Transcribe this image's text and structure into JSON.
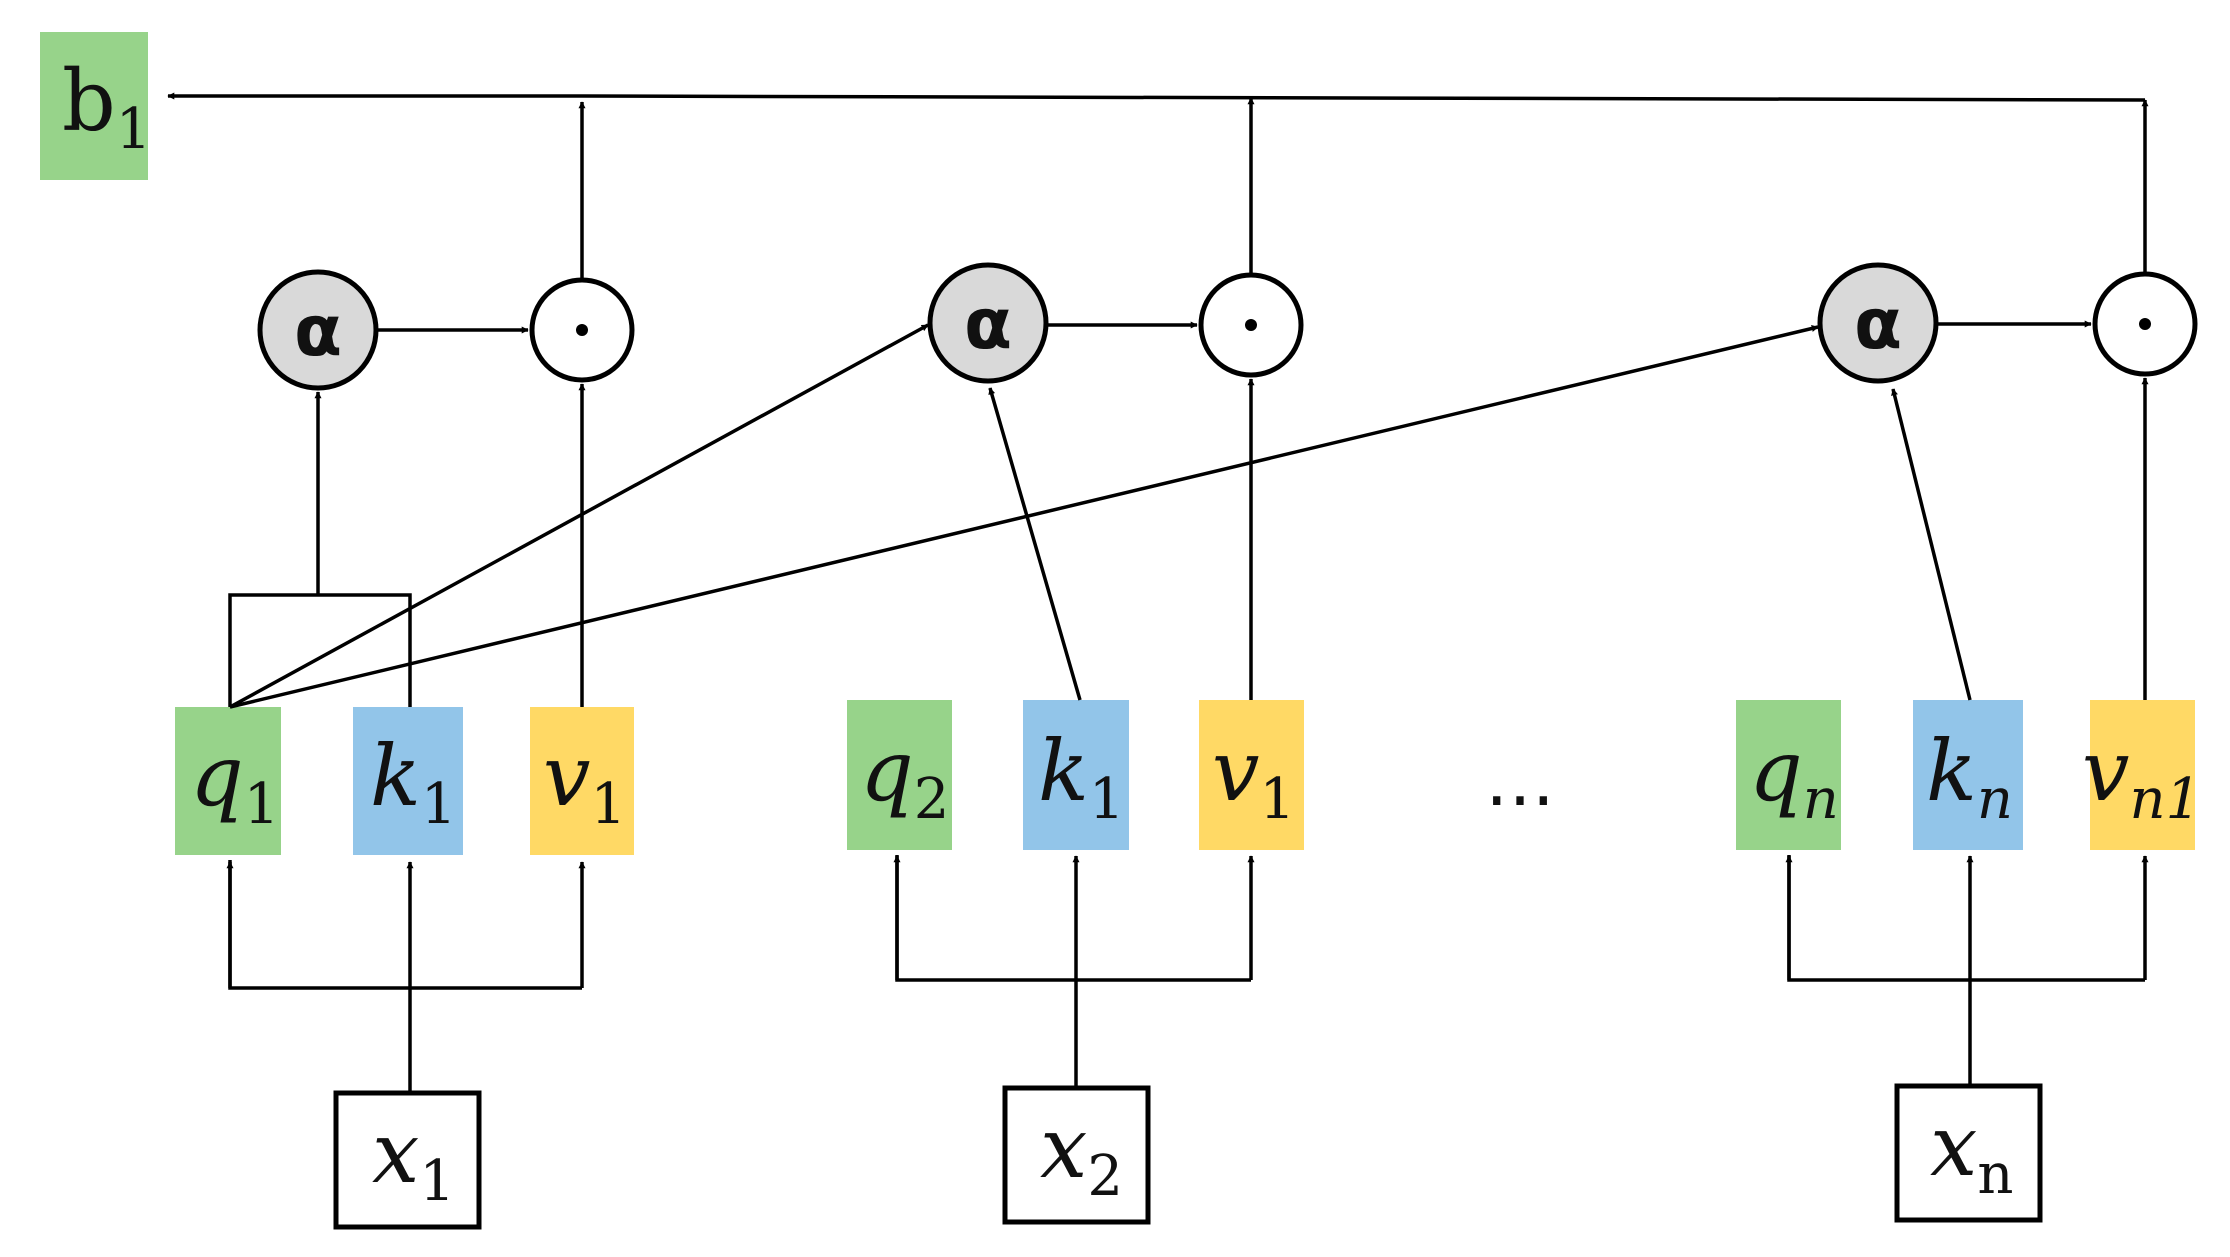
{
  "output": {
    "base": "b",
    "sub": "1",
    "color": "#97d38a"
  },
  "colors": {
    "q": "#97d38a",
    "k": "#92c5e9",
    "v": "#ffd965",
    "alpha_fill": "#d9d9d9"
  },
  "alpha_symbol": "α",
  "dot_symbol": "·",
  "ellipsis": "…",
  "groups": [
    {
      "q": {
        "base": "q",
        "sub": "1"
      },
      "k": {
        "base": "k",
        "sub": "1"
      },
      "v": {
        "base": "v",
        "sub": "1"
      },
      "x": {
        "base": "x",
        "sub": "1"
      }
    },
    {
      "q": {
        "base": "q",
        "sub": "2"
      },
      "k": {
        "base": "k",
        "sub": "1"
      },
      "v": {
        "base": "v",
        "sub": "1"
      },
      "x": {
        "base": "x",
        "sub": "2"
      }
    },
    {
      "q": {
        "base": "q",
        "sub": "n"
      },
      "k": {
        "base": "k",
        "sub": "n"
      },
      "v": {
        "base": "v",
        "sub": "n1"
      },
      "x": {
        "base": "x",
        "sub": "n"
      }
    }
  ]
}
